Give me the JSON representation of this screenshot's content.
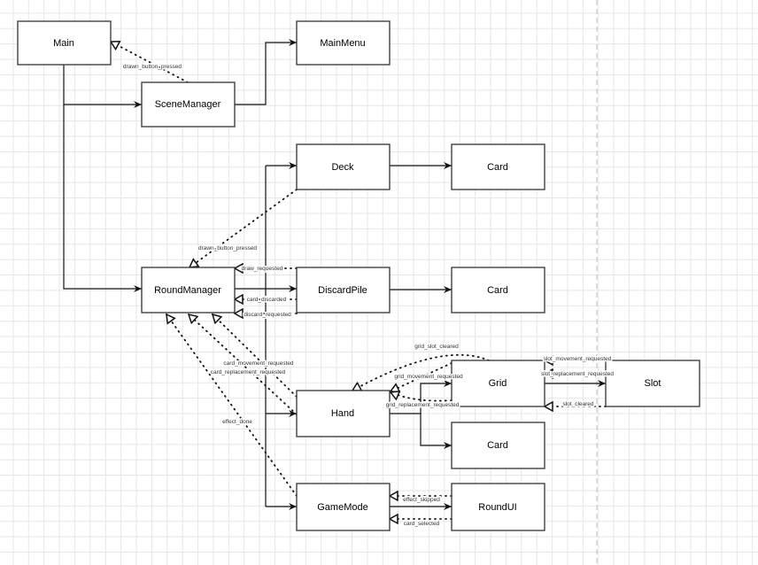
{
  "nodes": {
    "main": "Main",
    "main_menu": "MainMenu",
    "scene_manager": "SceneManager",
    "deck": "Deck",
    "deck_card": "Card",
    "round_manager": "RoundManager",
    "discard_pile": "DiscardPile",
    "discard_card": "Card",
    "grid": "Grid",
    "slot": "Slot",
    "hand": "Hand",
    "hand_card": "Card",
    "game_mode": "GameMode",
    "round_ui": "RoundUI"
  },
  "signals": {
    "scene_drawn_button_pressed": "drawn_button_pressed",
    "deck_drawn_button_pressed": "drawn_button_pressed",
    "draw_requested": "draw_requested",
    "card_discarded": "card_discarded",
    "discard_requested": "discard_requested",
    "card_movement_requested": "card_movement_requested",
    "card_replacement_requested": "card_replacement_requested",
    "effect_done": "effect_done",
    "grid_slot_cleared": "grid_slot_cleared",
    "grid_movement_requested": "grid_movement_requested",
    "grid_replacement_requested": "grid_replacement_requested",
    "slot_movement_requested": "slot_movement_requested",
    "slot_replacement_requested": "slot_replacement_requested",
    "slot_cleared": "slot_cleared",
    "effect_skipped": "effect_skipped",
    "card_selected": "card_selected"
  }
}
